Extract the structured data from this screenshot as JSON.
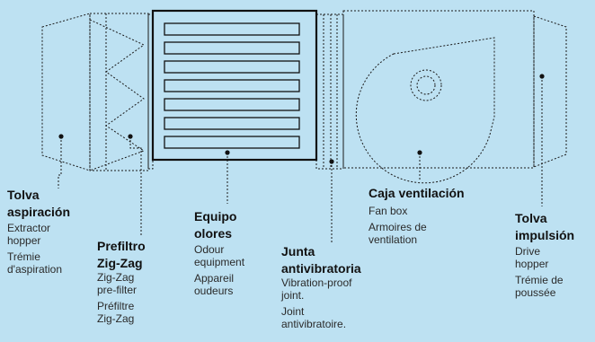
{
  "labels": {
    "tolva_asp": {
      "title_1": "Tolva",
      "title_2": "aspiración",
      "en": "Extractor hopper",
      "fr": "Trémie d'aspiration"
    },
    "prefiltro": {
      "title_1": "Prefiltro",
      "title_2": "Zig-Zag",
      "en": "Zig-Zag pre-filter",
      "fr": "Préfiltre Zig-Zag"
    },
    "equipo": {
      "title_1": "Equipo",
      "title_2": "olores",
      "en": "Odour equipment",
      "fr": "Appareil oudeurs"
    },
    "junta": {
      "title_1": "Junta",
      "title_2": "antivibratoria",
      "en": "Vibration-proof joint.",
      "fr": "Joint antivibratoire."
    },
    "caja": {
      "title_1": "Caja ventilación",
      "en": "Fan box",
      "fr": "Armoires de ventilation"
    },
    "tolva_imp": {
      "title_1": "Tolva",
      "title_2": "impulsión",
      "en": "Drive hopper",
      "fr": "Trémie de poussée"
    }
  }
}
